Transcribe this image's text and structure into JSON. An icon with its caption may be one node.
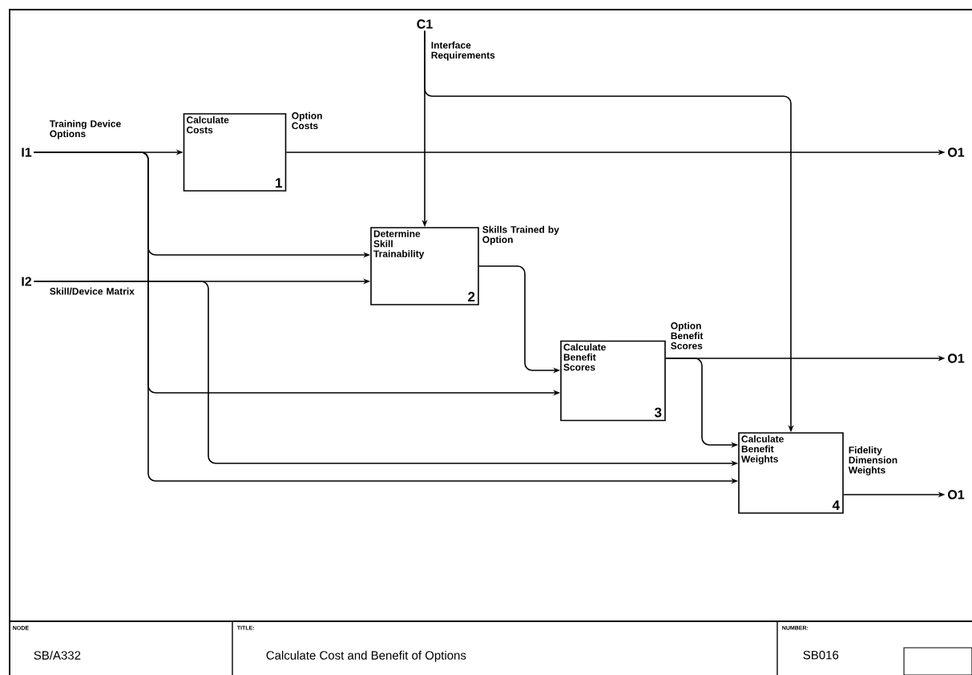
{
  "diagram": {
    "nodes": [
      {
        "text": [
          "I1"
        ]
      },
      {
        "text": [
          "I2"
        ]
      },
      {
        "text": [
          "C1"
        ]
      },
      {
        "text": [
          "Calculate Costs",
          "1"
        ]
      },
      {
        "text": [
          "Determine Skill Trainability",
          "2"
        ]
      },
      {
        "text": [
          "Calculate Benefit Scores",
          "3"
        ]
      },
      {
        "text": [
          "Calculate Benefit Weights",
          "4"
        ]
      },
      {
        "text": [
          "O1"
        ]
      },
      {
        "text": [
          "O1"
        ]
      },
      {
        "text": [
          "O1"
        ]
      }
    ],
    "edges": [
      {
        "from": 0,
        "to": 3,
        "arrow": "to",
        "label": "Training Device Options"
      },
      {
        "from": 0,
        "to": 4,
        "arrow": "to"
      },
      {
        "from": 0,
        "to": 5,
        "arrow": "to"
      },
      {
        "from": 0,
        "to": 6,
        "arrow": "to"
      },
      {
        "from": 1,
        "to": 4,
        "arrow": "to",
        "label": "Skill/Device Matrix"
      },
      {
        "from": 1,
        "to": 6,
        "arrow": "to"
      },
      {
        "from": 2,
        "to": 4,
        "arrow": "to",
        "label": "Interface Requirements"
      },
      {
        "from": 2,
        "to": 6,
        "arrow": "to"
      },
      {
        "from": 3,
        "to": 7,
        "arrow": "to",
        "label": "Option Costs"
      },
      {
        "from": 4,
        "to": 5,
        "arrow": "to",
        "label": "Skills Trained by Option"
      },
      {
        "from": 5,
        "to": 8,
        "arrow": "to",
        "label": "Option Benefit Scores"
      },
      {
        "from": 5,
        "to": 6,
        "arrow": "to"
      },
      {
        "from": 6,
        "to": 9,
        "arrow": "to",
        "label": "Fidelity Dimension Weights"
      }
    ],
    "labels": [
      "NODE",
      "SB/A332",
      "TITLE:",
      "Calculate Cost and Benefit of Options",
      "NUMBER:",
      "SB016"
    ]
  }
}
